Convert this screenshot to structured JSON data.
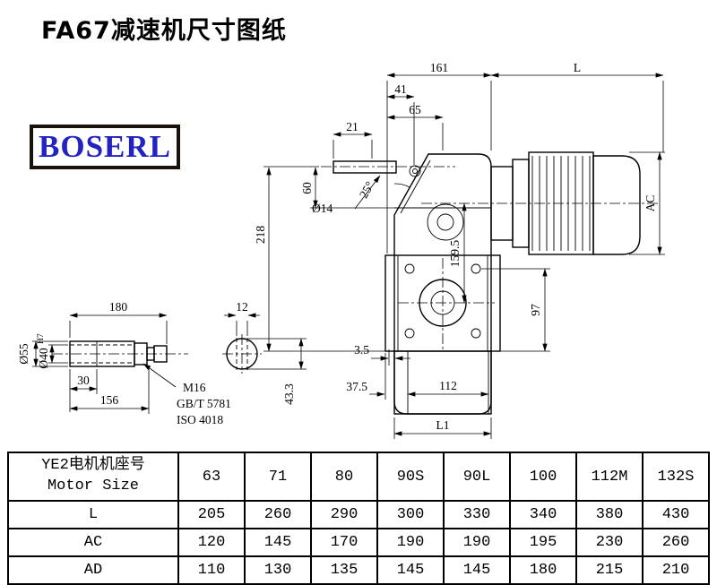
{
  "page": {
    "title": "FA67减速机尺寸图纸",
    "logo_text": "BOSERL"
  },
  "drawing": {
    "dims": {
      "t161": "161",
      "tL": "L",
      "t41": "41",
      "t65": "65",
      "t21": "21",
      "t60": "60",
      "t218": "218",
      "d14": "Ø14",
      "a25": "25°",
      "t159": "159.5",
      "tAC": "AC",
      "t97": "97",
      "t35": "3.5",
      "t375": "37.5",
      "t112": "112",
      "tL1": "L1"
    },
    "shaft": {
      "t180": "180",
      "t12": "12",
      "d55": "Ø55",
      "d40": "Ø40",
      "d40sup": "H7",
      "t30": "30",
      "t156": "156",
      "t433": "43.3",
      "bolt": "M16",
      "std1": "GB/T 5781",
      "std2": "ISO 4018"
    }
  },
  "table": {
    "header": {
      "line1": "YE2电机机座号",
      "line2": "Motor Size"
    },
    "sizes": [
      "63",
      "71",
      "80",
      "90S",
      "90L",
      "100",
      "112M",
      "132S"
    ],
    "rows": [
      {
        "label": "L",
        "values": [
          "205",
          "260",
          "290",
          "300",
          "330",
          "340",
          "380",
          "430"
        ]
      },
      {
        "label": "AC",
        "values": [
          "120",
          "145",
          "170",
          "190",
          "190",
          "195",
          "230",
          "260"
        ]
      },
      {
        "label": "AD",
        "values": [
          "110",
          "130",
          "135",
          "145",
          "145",
          "180",
          "215",
          "210"
        ]
      }
    ]
  }
}
